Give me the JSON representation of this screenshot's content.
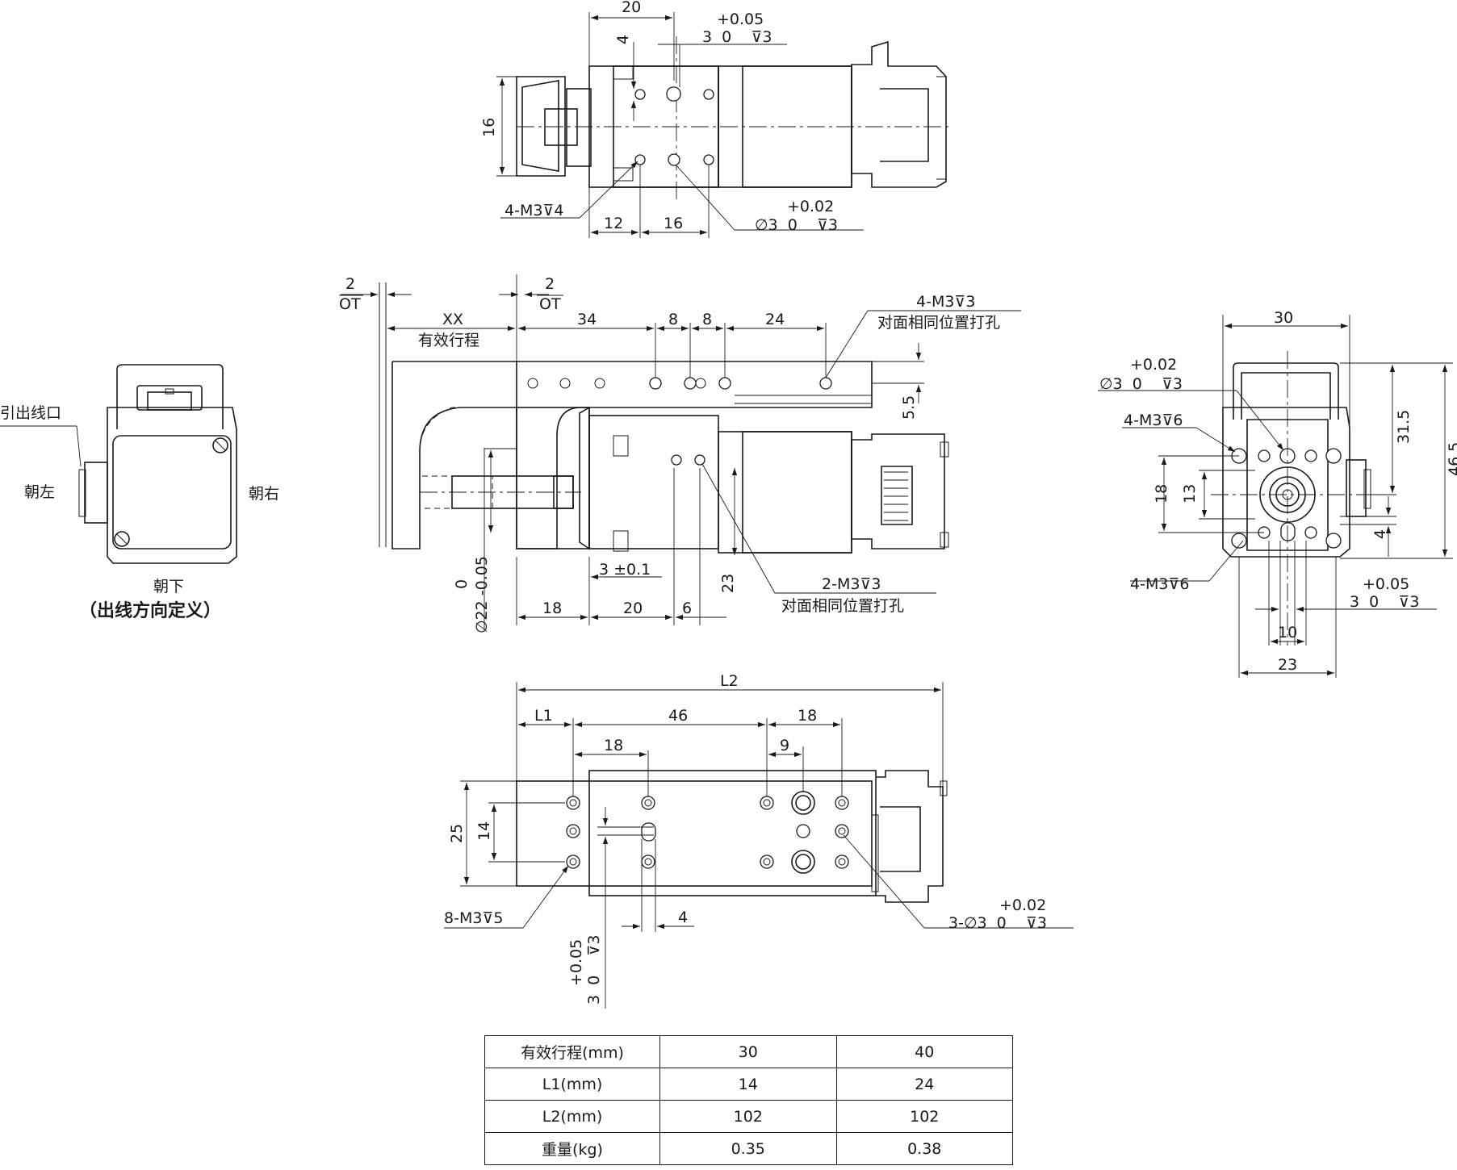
{
  "top_view": {
    "dim_20": "20",
    "dim_4": "4",
    "tol_top": "+0.05",
    "hole_spec_top": "3  0    ⊽3",
    "dim_16_v": "16",
    "thread_callout": "4-M3⊽4",
    "dim_12": "12",
    "dim_16": "16",
    "tol_bottom": "+0.02",
    "hole_spec_bottom": "∅3  0    ⊽3"
  },
  "cable_exit": {
    "label_exit": "引出线口",
    "label_left": "朝左",
    "label_right": "朝右",
    "label_down": "朝下",
    "caption": "（出线方向定义）"
  },
  "side_view": {
    "ot_left_num": "2",
    "ot_left_label": "OT",
    "ot_right_num": "2",
    "ot_right_label": "OT",
    "stroke_xx": "XX",
    "stroke_label": "有效行程",
    "dim_34": "34",
    "dim_8a": "8",
    "dim_8b": "8",
    "dim_24": "24",
    "callout_a_line1": "4-M3⊽3",
    "callout_a_line2": "对面相同位置打孔",
    "dim_5_5": "5.5",
    "dim_3_tol": "3 ±0.1",
    "dim_23": "23",
    "callout_b_line1": "2-M3⊽3",
    "callout_b_line2": "对面相同位置打孔",
    "shaft_tol_0": "0",
    "shaft_dia": "∅22 -0.05",
    "dim_18": "18",
    "dim_20": "20",
    "dim_6": "6"
  },
  "end_view": {
    "dim_30": "30",
    "tol": "+0.02",
    "hole_spec": "∅3  0    ⊽3",
    "thread_top": "4-M3⊽6",
    "dim_31_5": "31.5",
    "dim_46_5": "46.5",
    "dim_18": "18",
    "dim_13": "13",
    "dim_4": "4",
    "thread_bottom": "4-M3⊽6",
    "tol_bottom": "+0.05",
    "slot_spec": "3  0    ⊽3",
    "dim_10": "10",
    "dim_23": "23"
  },
  "bottom_view": {
    "dim_L2": "L2",
    "dim_L1": "L1",
    "dim_46": "46",
    "dim_18_top": "18",
    "dim_18": "18",
    "dim_9": "9",
    "dim_25": "25",
    "dim_14": "14",
    "thread_callout": "8-M3⊽5",
    "tol": "+0.02",
    "hole_callout": "3-∅3  0    ⊽3",
    "dim_4": "4",
    "slot_tol": "+0.05",
    "slot_spec": "3  0    ⊽3"
  },
  "table": {
    "rows": [
      {
        "label": "有效行程(mm)",
        "v30": "30",
        "v40": "40"
      },
      {
        "label": "L1(mm)",
        "v30": "14",
        "v40": "24"
      },
      {
        "label": "L2(mm)",
        "v30": "102",
        "v40": "102"
      },
      {
        "label": "重量(kg)",
        "v30": "0.35",
        "v40": "0.38"
      }
    ]
  }
}
